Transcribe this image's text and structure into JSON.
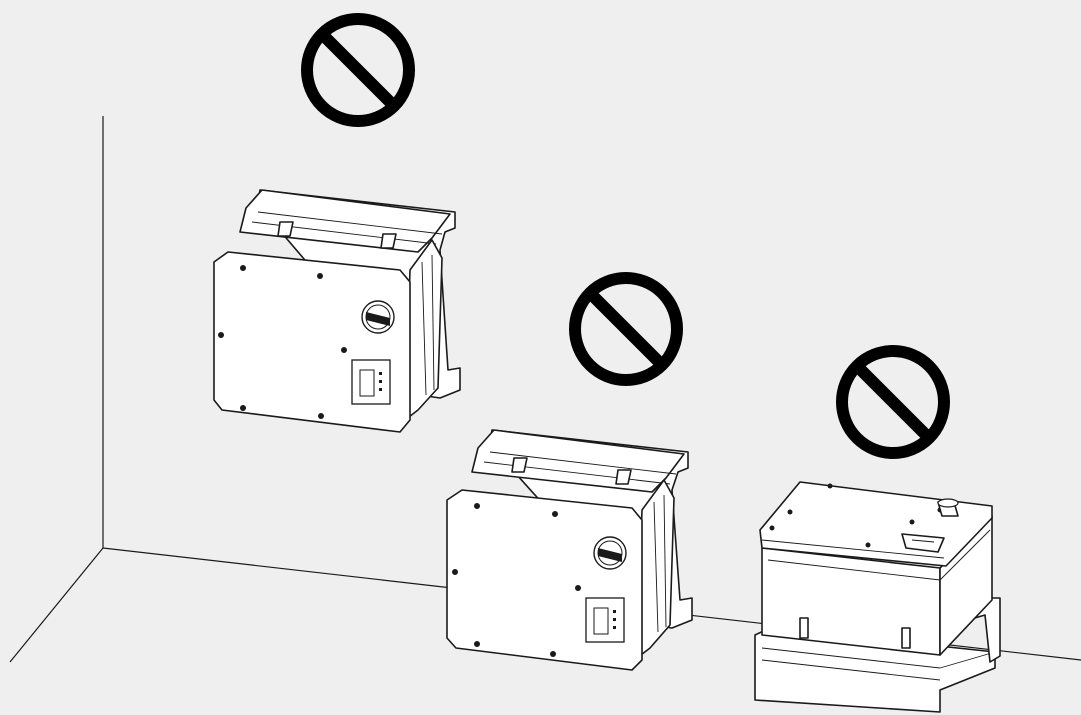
{
  "colors": {
    "background": "#efefef",
    "line": "#1a1a1a",
    "device": "#ffffff"
  },
  "icons": [
    "prohibited-icon",
    "prohibited-icon",
    "prohibited-icon"
  ],
  "scene": {
    "items": [
      {
        "name": "unit-mounted-high-on-wall",
        "status": "prohibited"
      },
      {
        "name": "unit-standing-on-floor-against-wall",
        "status": "prohibited"
      },
      {
        "name": "unit-lying-flat-on-floor",
        "status": "prohibited"
      }
    ]
  }
}
